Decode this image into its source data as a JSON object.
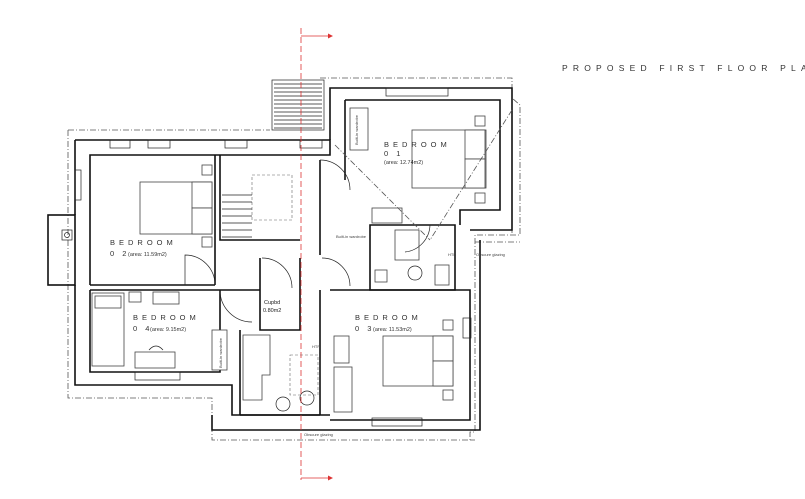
{
  "title": "PROPOSED FIRST FLOOR PLAN",
  "rooms": [
    {
      "name": "BEDROOM",
      "number": "0 1",
      "area": "(area: 12.74m2)"
    },
    {
      "name": "BEDROOM",
      "number": "0 2",
      "area": "(area: 11.59m2)"
    },
    {
      "name": "BEDROOM",
      "number": "0 3",
      "area": "(area: 11.53m2)"
    },
    {
      "name": "BEDROOM",
      "number": "0 4",
      "area": "(area: 9.15m2)"
    }
  ],
  "cupboard": {
    "name": "Cupbd",
    "area": "0.80m2"
  },
  "labels": {
    "wardrobe": "Built-in wardrobe",
    "obscure_glazing": "Obscure glazing",
    "htr": "HTR"
  },
  "colors": {
    "walls": "#111111",
    "section_line": "#dd3333"
  }
}
